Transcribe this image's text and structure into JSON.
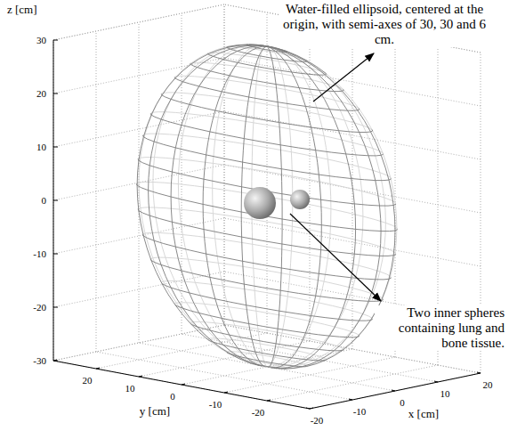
{
  "diagram": {
    "labels": [
      "z [cm]",
      "30",
      "20",
      "10",
      "0",
      "-10",
      "-20",
      "-30",
      "20",
      "10",
      "0",
      "-10",
      "-20",
      "y [cm]",
      "-20",
      "-10",
      "0",
      "10",
      "20",
      "x [cm]",
      "Water-filled ellipsoid, centered at the origin, with semi-axes of 30, 30 and 6 cm.",
      "Two inner spheres containing lung and bone tissue."
    ]
  }
}
